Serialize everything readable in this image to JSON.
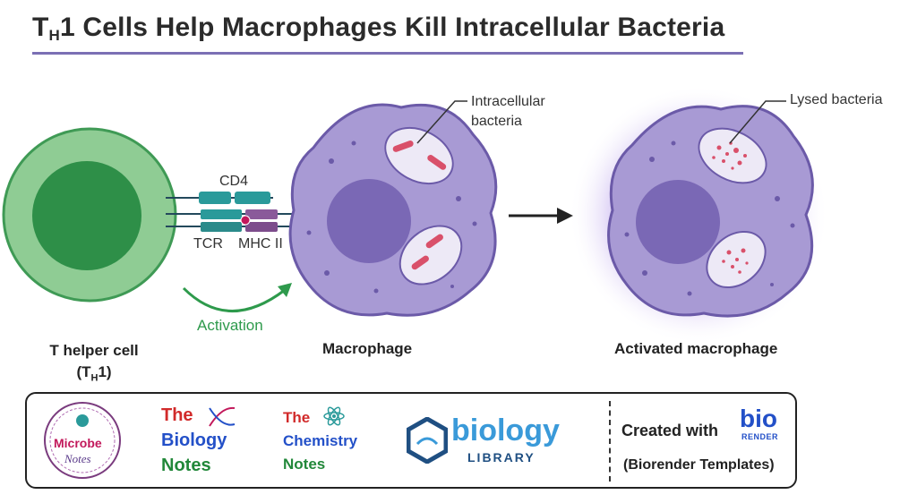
{
  "title": {
    "prefix": "T",
    "subscript": "H",
    "rest": "1 Cells Help Macrophages Kill Intracellular Bacteria"
  },
  "labels": {
    "cd4": "CD4",
    "tcr": "TCR",
    "mhc": "MHC II",
    "activation": "Activation",
    "intracellular_line1": "Intracellular",
    "intracellular_line2": "bacteria",
    "lysed": "Lysed bacteria"
  },
  "captions": {
    "t_helper_line1": "T helper cell",
    "t_helper_line2_open": "(T",
    "t_helper_line2_sub": "H",
    "t_helper_line2_close": "1)",
    "macrophage": "Macrophage",
    "activated": "Activated macrophage"
  },
  "footer": {
    "microbe_notes": [
      "Microbe",
      "Notes"
    ],
    "biology_notes": [
      "The",
      "Biology",
      "Notes"
    ],
    "chemistry_notes": [
      "The",
      "Chemistry",
      "Notes"
    ],
    "biology_library": [
      "biology",
      "LIBRARY"
    ],
    "created_with": "Created with",
    "biorender_logo": [
      "bio",
      "RENDER"
    ],
    "biorender_templates": "(Biorender Templates)"
  },
  "colors": {
    "title_rule": "#7b6fb4",
    "t_cell_outer": "#8fcc94",
    "t_cell_nucleus": "#2e8f48",
    "macrophage": "#a89ad4",
    "macrophage_nucleus": "#7a68b5",
    "bacteria": "#d9506a",
    "activation_arrow": "#2e9a4c",
    "receptor_teal": "#2a9a9a",
    "receptor_purple": "#8a5a9a"
  }
}
